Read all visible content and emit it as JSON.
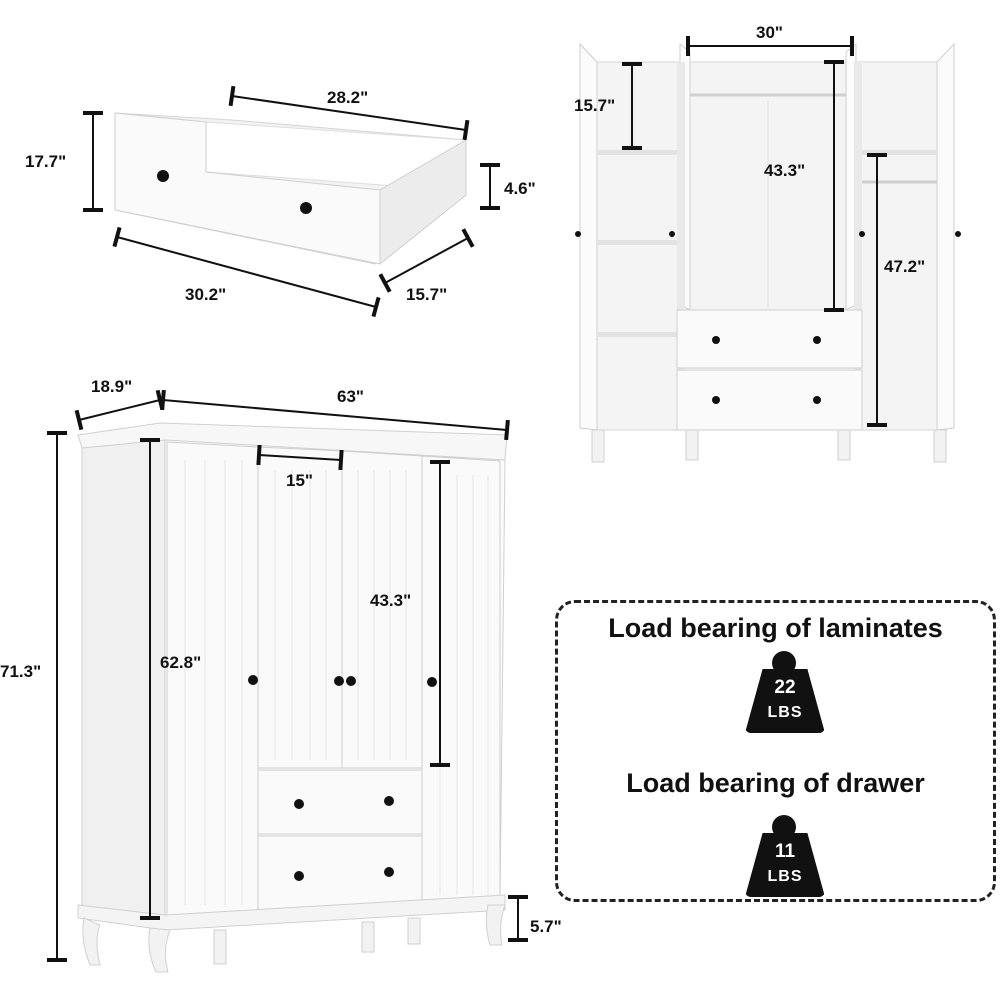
{
  "drawer_dims": {
    "height": "17.7\"",
    "inner_width": "28.2\"",
    "side_height": "4.6\"",
    "outer_width": "30.2\"",
    "depth": "15.7\""
  },
  "interior_dims": {
    "center_width": "30\"",
    "shelf_height": "15.7\"",
    "hanging_height_center": "43.3\"",
    "hanging_height_right": "47.2\""
  },
  "wardrobe_dims": {
    "depth": "18.9\"",
    "width": "63\"",
    "center_door_width": "15\"",
    "center_door_height": "43.3\"",
    "side_door_height": "62.8\"",
    "total_height": "71.3\"",
    "leg_height": "5.7\""
  },
  "load": {
    "laminates_label": "Load bearing of laminates",
    "laminates_value": "22",
    "drawer_label": "Load bearing of drawer",
    "drawer_value": "11",
    "unit": "LBS"
  }
}
